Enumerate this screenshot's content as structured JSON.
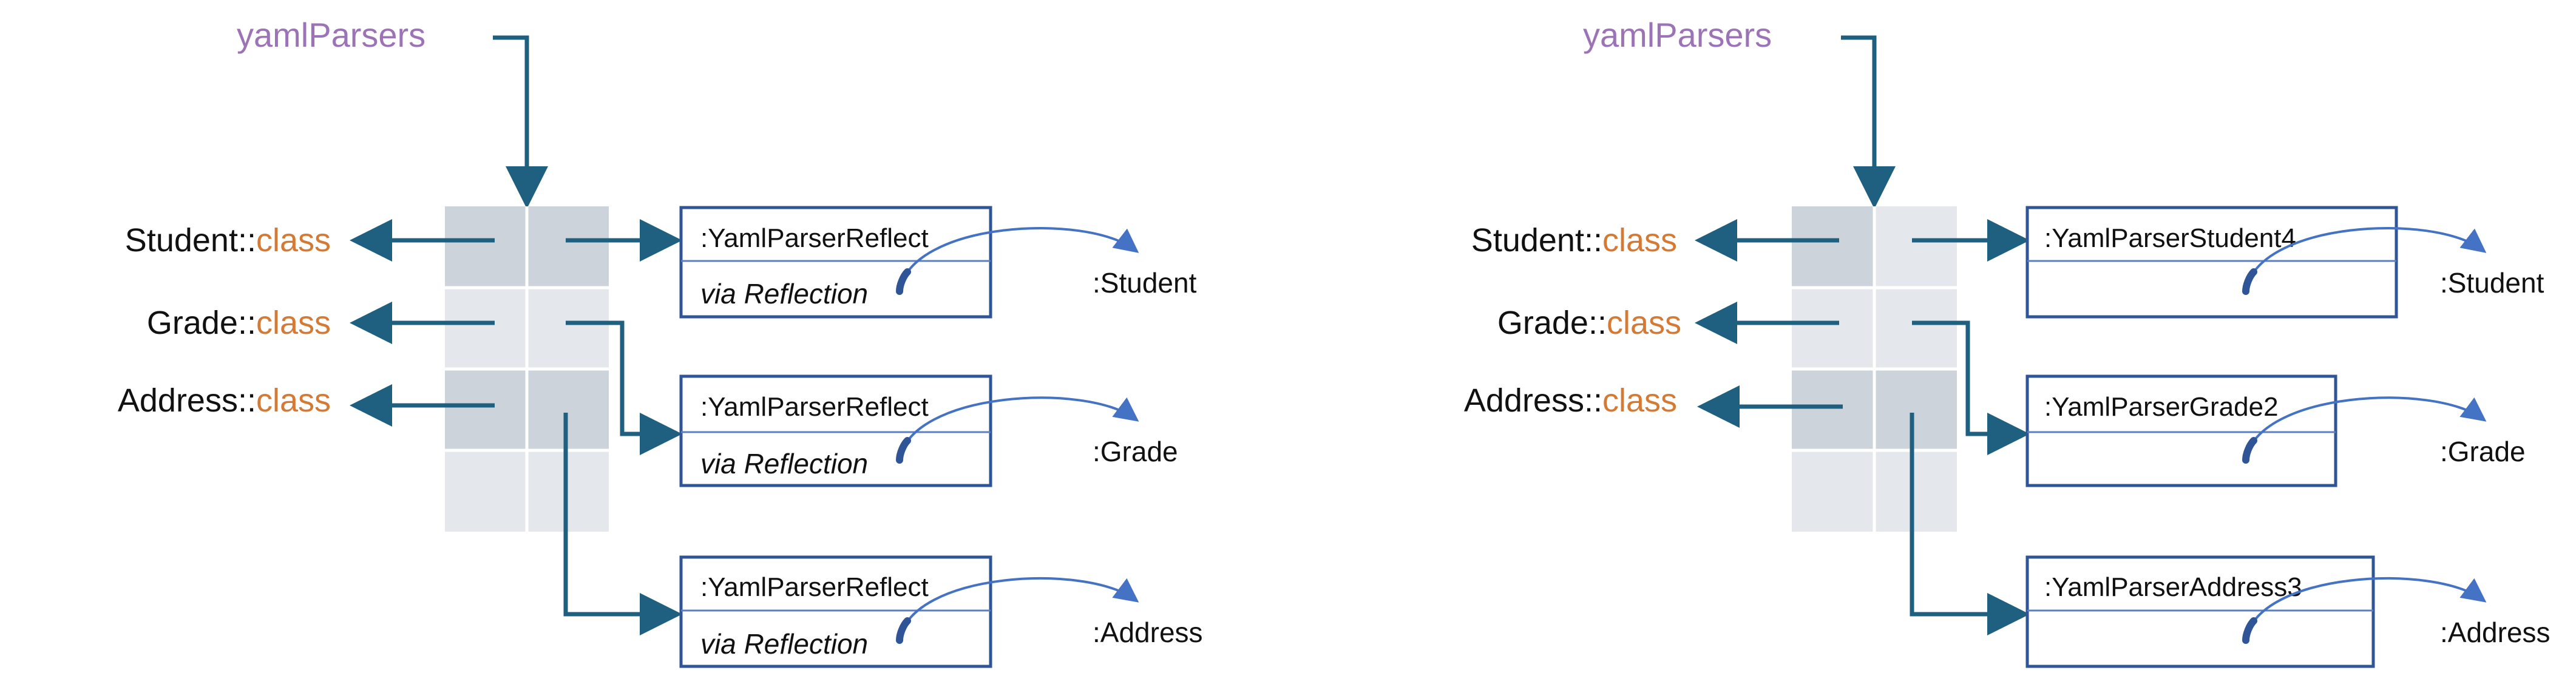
{
  "colors": {
    "arrow": "#1f5f7f",
    "box_border": "#2f5597",
    "curve": "#4472c4",
    "keyword": "#d47a34",
    "title": "#9b73b6",
    "cell_dark": "#cdd3da",
    "cell_light": "#e4e8ec"
  },
  "left": {
    "title": "yamlParsers",
    "rows": [
      {
        "name": "Student::",
        "keyword": "class"
      },
      {
        "name": "Grade::",
        "keyword": "class"
      },
      {
        "name": "Address::",
        "keyword": "class"
      }
    ],
    "boxes": [
      {
        "title": ":YamlParserReflect",
        "sub": "via Reflection",
        "object": ":Student"
      },
      {
        "title": ":YamlParserReflect",
        "sub": "via Reflection",
        "object": ":Grade"
      },
      {
        "title": ":YamlParserReflect",
        "sub": "via Reflection",
        "object": ":Address"
      }
    ]
  },
  "right": {
    "title": "yamlParsers",
    "rows": [
      {
        "name": "Student::",
        "keyword": "class"
      },
      {
        "name": "Grade::",
        "keyword": "class"
      },
      {
        "name": "Address::",
        "keyword": "class"
      }
    ],
    "boxes": [
      {
        "title": ":YamlParserStudent4",
        "sub": "",
        "object": ":Student"
      },
      {
        "title": ":YamlParserGrade2",
        "sub": "",
        "object": ":Grade"
      },
      {
        "title": ":YamlParserAddress3",
        "sub": "",
        "object": ":Address"
      }
    ]
  }
}
